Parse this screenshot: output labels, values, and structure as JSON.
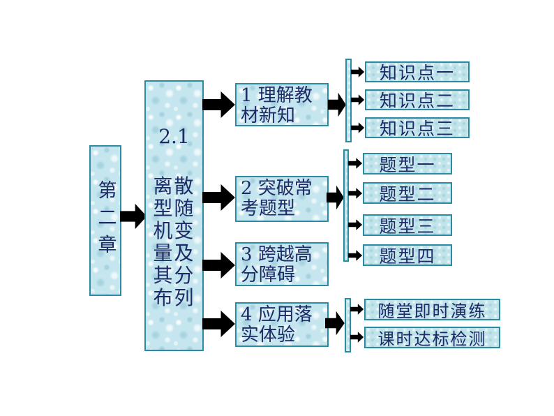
{
  "slide": {
    "background_color": "#ffffff",
    "description_colors": {
      "box_fill": "#c5e6ee",
      "box_border": "#2b8ba1",
      "text_color": "#1d2a66",
      "arrow_fill": "#c9e9f2"
    }
  },
  "chapter": {
    "label": "第二章"
  },
  "section": {
    "number": "2.1",
    "title": "离散型随机变量及其分布列",
    "title_display": "离散\n型随\n机变\n量及\n其分\n布列"
  },
  "branches": [
    {
      "label": "1 理解教材新知",
      "label_display": "1 理解教\n材新知",
      "children": [
        "知识点一",
        "知识点二",
        "知识点三"
      ]
    },
    {
      "label": "2 突破常考题型",
      "label_display": "2 突破常\n考题型",
      "children": [
        "题型一",
        "题型二",
        "题型三",
        "题型四"
      ]
    },
    {
      "label": "3 跨越高分障碍",
      "label_display": "3 跨越高\n分障碍",
      "children": []
    },
    {
      "label": "4 应用落实体验",
      "label_display": "4 应用落\n实体验",
      "children": [
        "随堂即时演练",
        "课时达标检测"
      ]
    }
  ]
}
